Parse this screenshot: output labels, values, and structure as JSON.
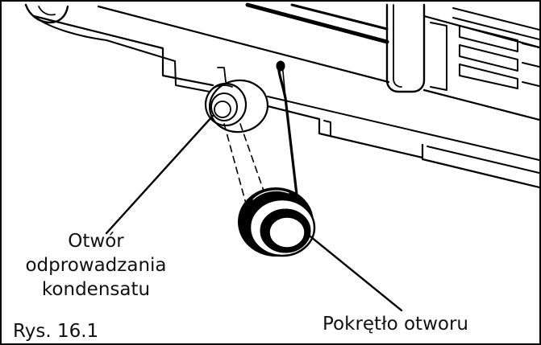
{
  "diagram": {
    "labels": {
      "drain_hole_line1": "Otwór",
      "drain_hole_line2": "odprowadzania",
      "drain_hole_line3": "kondensatu",
      "knob": "Pokrętło otworu",
      "figure_number": "Rys. 16.1"
    },
    "colors": {
      "line": "#000000",
      "background": "#ffffff"
    }
  }
}
